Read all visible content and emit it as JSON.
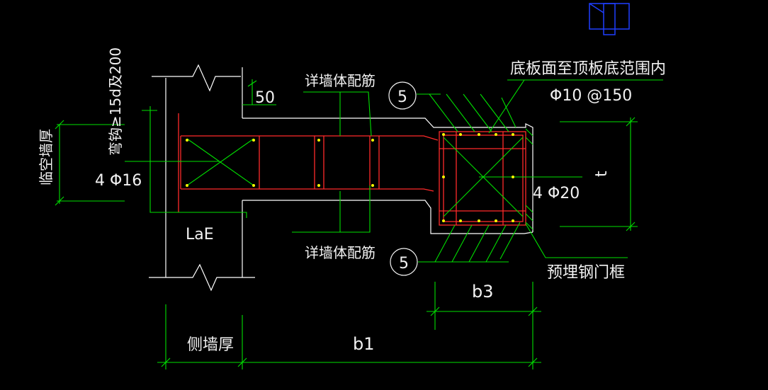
{
  "drawing": {
    "colors": {
      "background": "#000000",
      "text": "#f2f2f2",
      "dimension": "#00e000",
      "rebar": "#ff2a2a",
      "outline": "#ffffff",
      "stirrup_dot": "#ffff00",
      "icon": "#1f3fff"
    },
    "labels": {
      "top_text": "底板面至顶板底范围内",
      "stirrup_spec": "Φ10 @150",
      "detail_wall_top": "详墙体配筋",
      "detail_wall_bottom": "详墙体配筋",
      "callout_top": "5",
      "callout_bottom": "5",
      "dim_50": "50",
      "anchor_length": "弯钩≥15d及200",
      "temp_wall_thickness": "临空墙厚",
      "bar_left": "4 Φ16",
      "bar_right": "4 Φ20",
      "lae": "LaE",
      "steel_frame": "预埋钢门框",
      "b3": "b3",
      "side_wall_thickness": "侧墙厚",
      "b1": "b1",
      "t": "t"
    },
    "icon": "door-frame-icon"
  }
}
